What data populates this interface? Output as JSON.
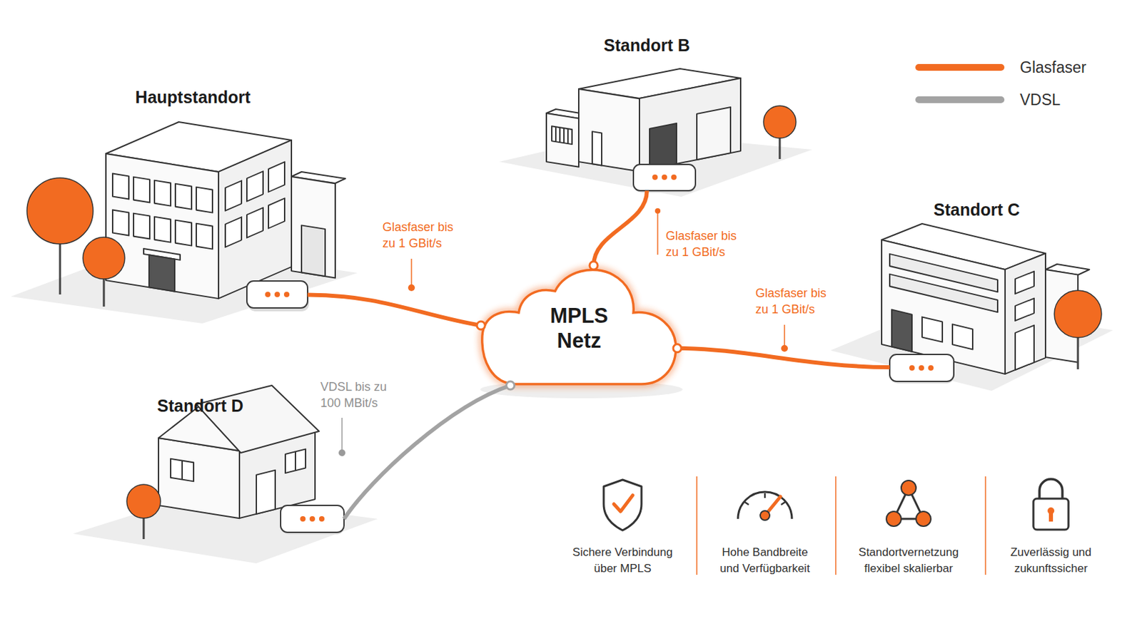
{
  "diagram": {
    "nodes": [
      {
        "text": [
          "Hauptstandort"
        ]
      },
      {
        "text": [
          "Standort B"
        ]
      },
      {
        "text": [
          "Standort C"
        ]
      },
      {
        "text": [
          "MPLS Netz"
        ]
      },
      {
        "text": [
          "Standort D"
        ]
      }
    ],
    "edges": [
      {
        "from": 0,
        "to": 3,
        "arrow": "none",
        "label": "Glasfaser bis zu 1 GBit/s"
      },
      {
        "from": 1,
        "to": 3,
        "arrow": "none",
        "label": "Glasfaser bis zu 1 GBit/s"
      },
      {
        "from": 2,
        "to": 3,
        "arrow": "none",
        "label": "Glasfaser bis zu 1 GBit/s"
      },
      {
        "from": 4,
        "to": 3,
        "arrow": "none",
        "label": "VDSL bis zu 100 MBit/s"
      }
    ],
    "labels": [
      "Sichere Verbindung über MPLS",
      "Hohe Bandbreite und Verfügbarkeit",
      "Standortvernetzung flexibel skalierbar",
      "Zuverlässig und zukunftssicher"
    ],
    "legend": [
      {
        "text": "Glasfaser"
      },
      {
        "text": "VDSL"
      }
    ]
  }
}
